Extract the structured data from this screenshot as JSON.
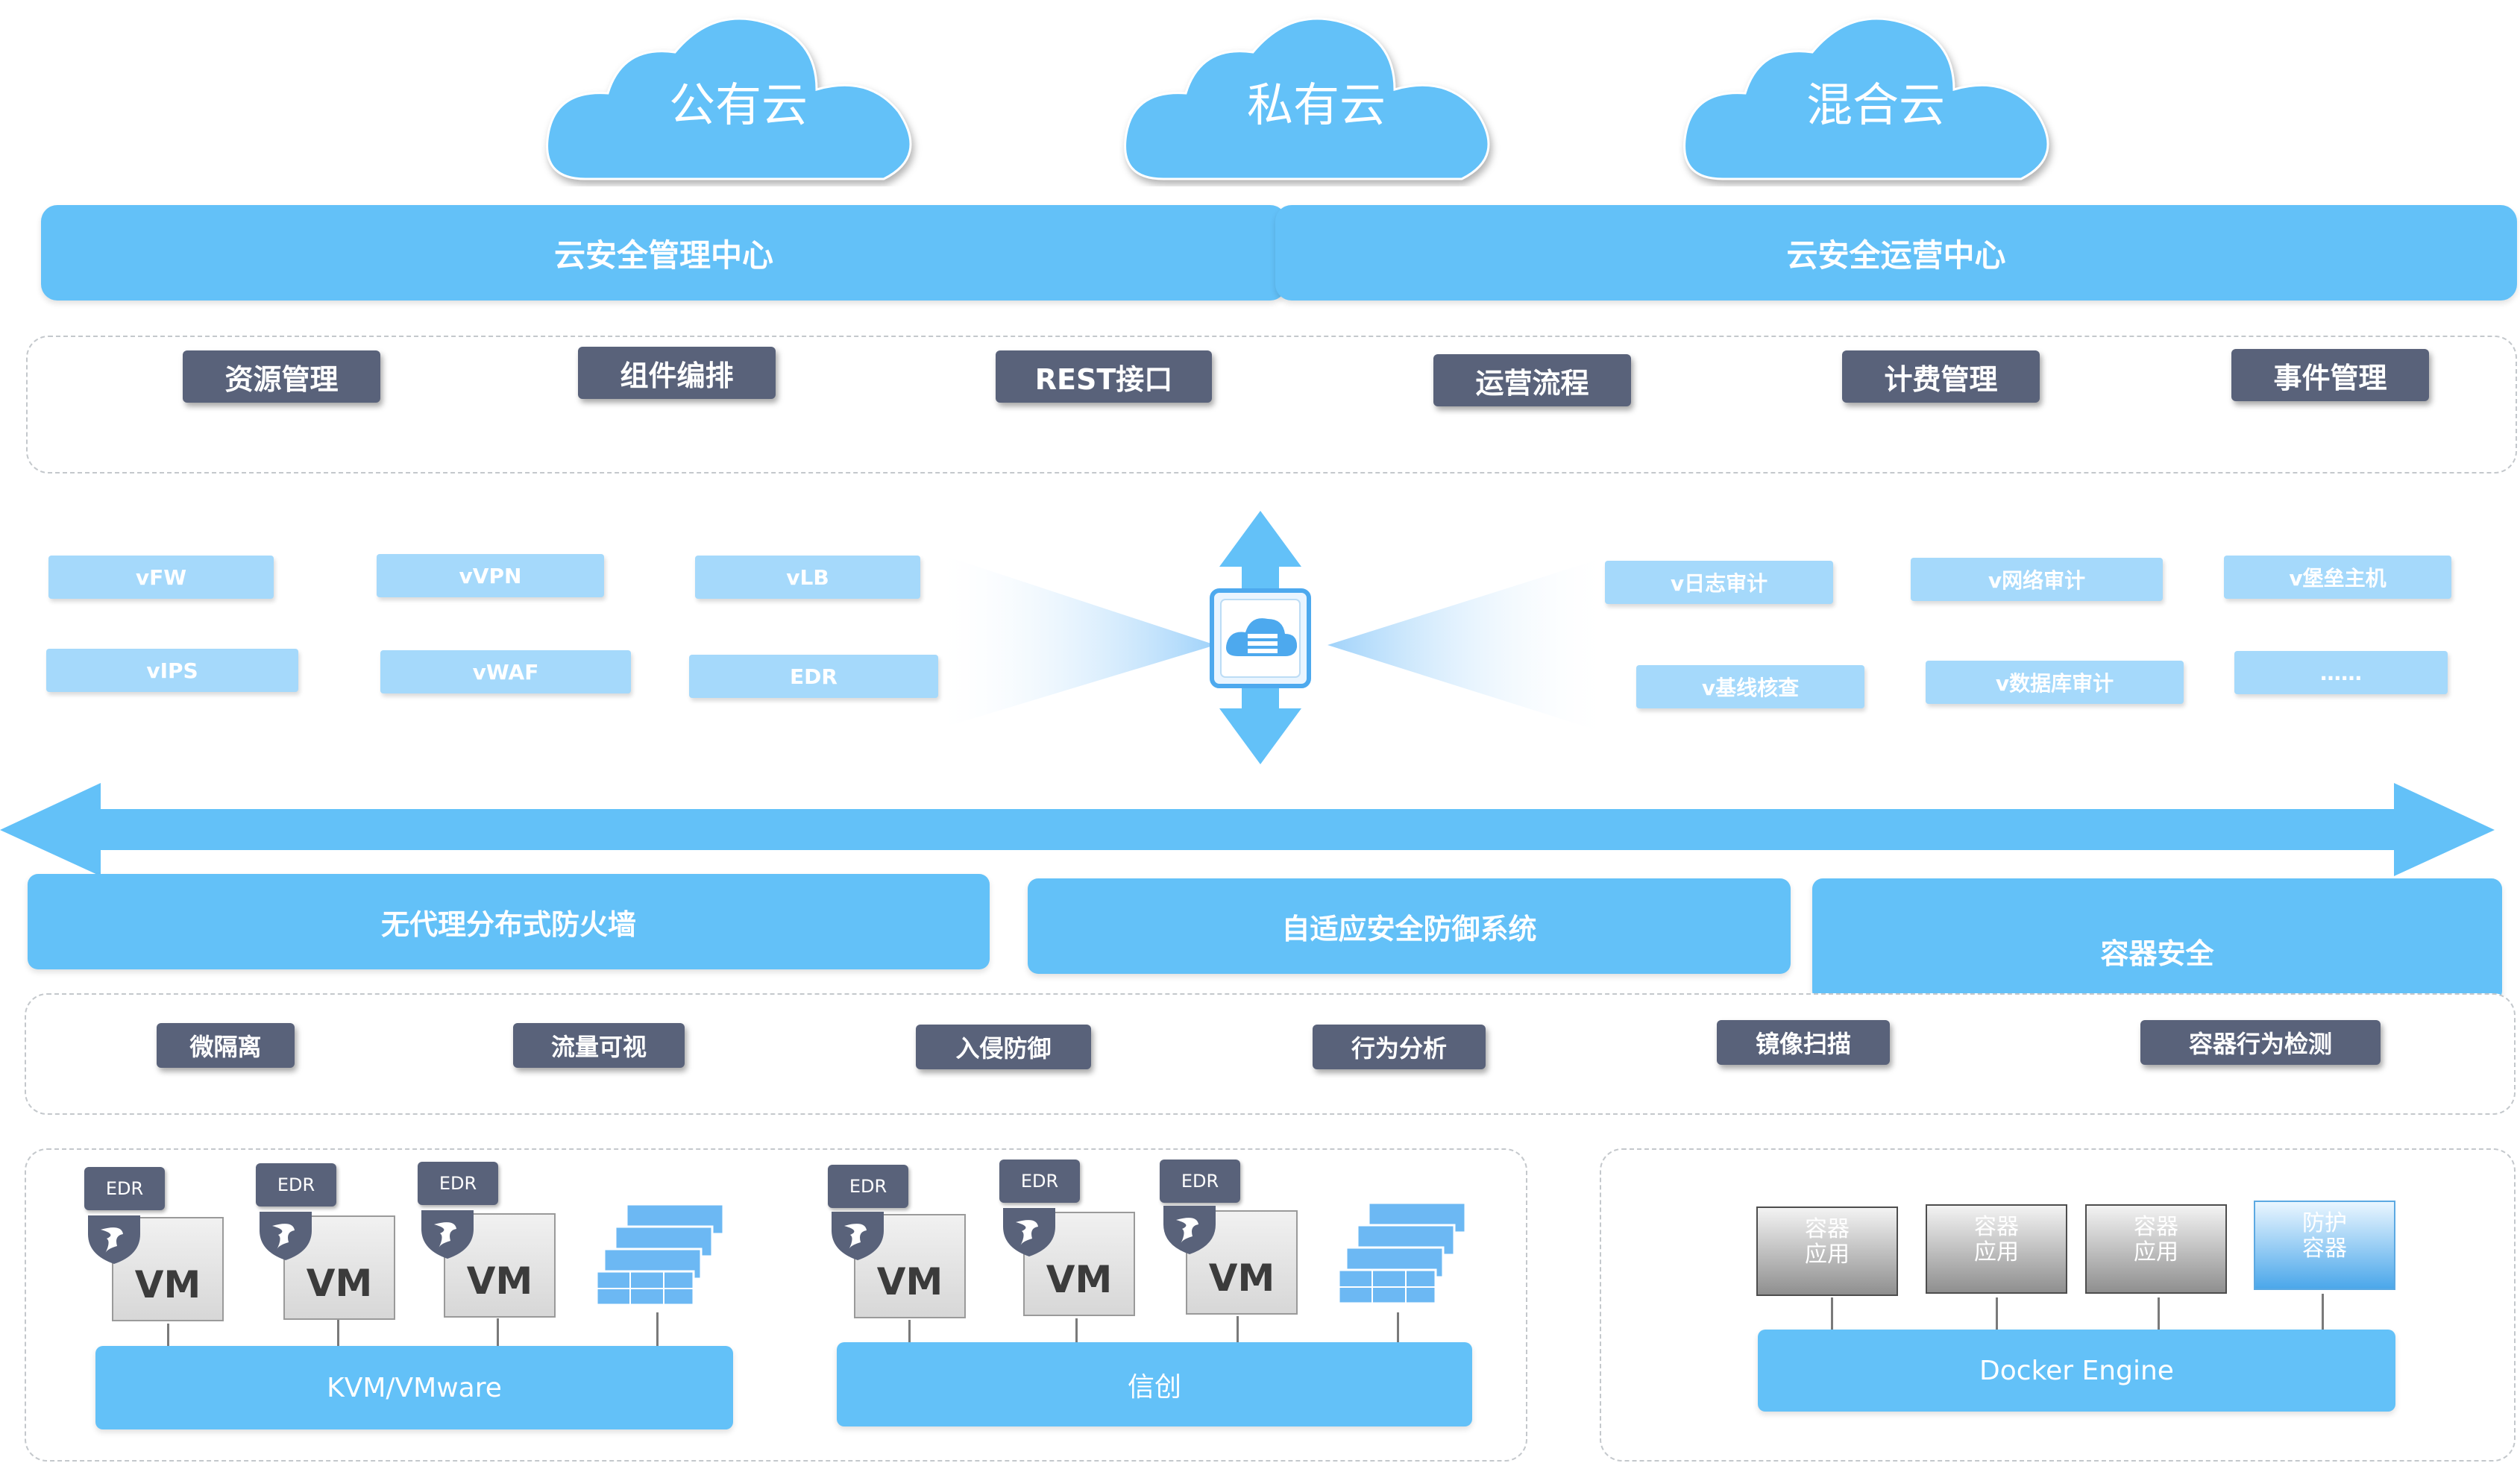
{
  "clouds": [
    "公有云",
    "私有云",
    "混合云"
  ],
  "centers": {
    "management": "云安全管理中心",
    "operations": "云安全运营中心"
  },
  "top_modules": [
    "资源管理",
    "组件编排",
    "REST接口",
    "运营流程",
    "计费管理",
    "事件管理"
  ],
  "left_services": [
    "vFW",
    "vVPN",
    "vLB",
    "vIPS",
    "vWAF",
    "EDR"
  ],
  "right_services": [
    "v日志审计",
    "v网络审计",
    "v堡垒主机",
    "v基线核查",
    "v数据库审计",
    "……"
  ],
  "products": [
    "无代理分布式防火墙",
    "自适应安全防御系统",
    "容器安全"
  ],
  "features": [
    "微隔离",
    "流量可视",
    "入侵防御",
    "行为分析",
    "镜像扫描",
    "容器行为检测"
  ],
  "vm": {
    "edr_label": "EDR",
    "vm_label": "VM"
  },
  "platforms": {
    "left": "KVM/VMware",
    "middle": "信创",
    "right": "Docker Engine"
  },
  "containers": [
    {
      "line1": "容器",
      "line2": "应用"
    },
    {
      "line1": "容器",
      "line2": "应用"
    },
    {
      "line1": "容器",
      "line2": "应用"
    },
    {
      "line1": "防护",
      "line2": "容器"
    }
  ],
  "colors": {
    "accent": "#63c1f8",
    "dark_button": "#59627a",
    "light_box": "#a5d9fb"
  }
}
